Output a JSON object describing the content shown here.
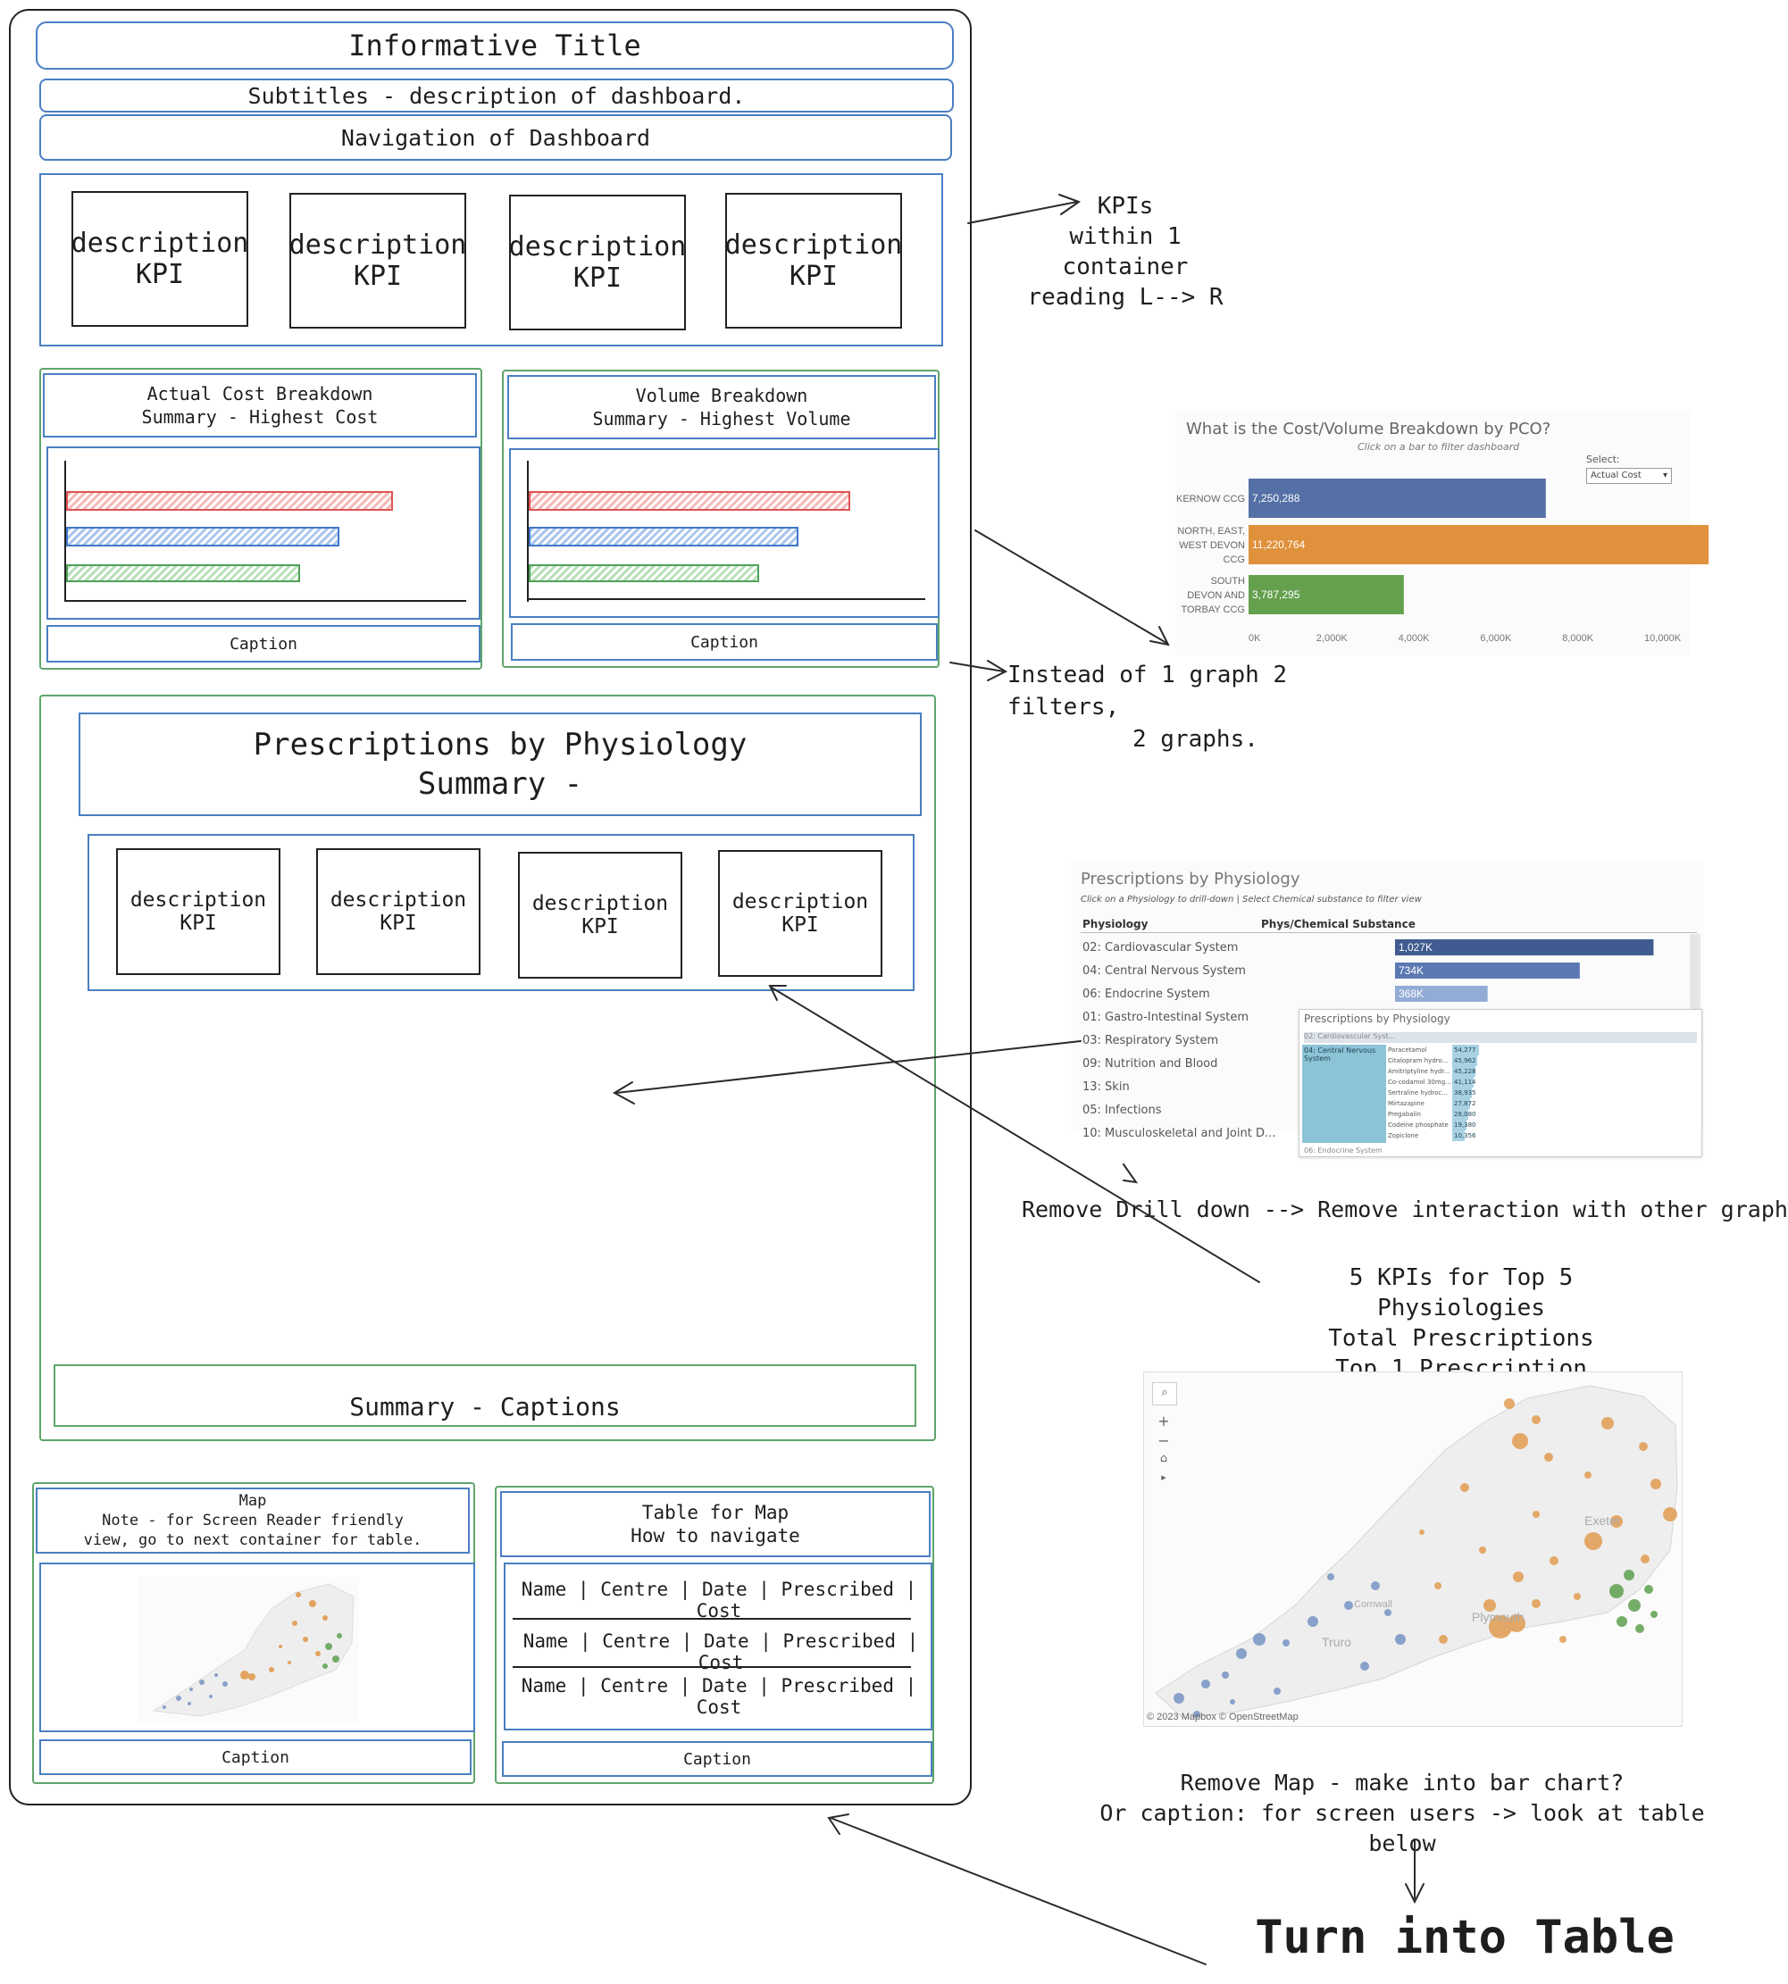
{
  "wireframe": {
    "title": "Informative Title",
    "subtitle": "Subtitles - description of dashboard.",
    "navigation": "Navigation of Dashboard",
    "kpi_row": [
      {
        "description": "description",
        "kpi": "KPI"
      },
      {
        "description": "description",
        "kpi": "KPI"
      },
      {
        "description": "description",
        "kpi": "KPI"
      },
      {
        "description": "description",
        "kpi": "KPI"
      }
    ],
    "cost_panel": {
      "title_line1": "Actual Cost Breakdown",
      "title_line2": "Summary - Highest Cost",
      "caption": "Caption"
    },
    "volume_panel": {
      "title_line1": "Volume Breakdown",
      "title_line2": "Summary - Highest Volume",
      "caption": "Caption"
    },
    "physiology": {
      "title_line1": "Prescriptions by Physiology",
      "title_line2": "Summary -",
      "kpis": [
        {
          "description": "description",
          "kpi": "KPI"
        },
        {
          "description": "description",
          "kpi": "KPI"
        },
        {
          "description": "description",
          "kpi": "KPI"
        },
        {
          "description": "description",
          "kpi": "KPI"
        }
      ],
      "captions": "Summary - Captions"
    },
    "map_panel": {
      "title": "Map",
      "note_line1": "Note - for Screen Reader friendly",
      "note_line2": "view, go to next container for table.",
      "caption": "Caption"
    },
    "table_panel": {
      "title_line1": "Table for Map",
      "title_line2": "How to navigate",
      "rows": [
        "Name | Centre | Date | Prescribed | Cost",
        "Name | Centre | Date | Prescribed | Cost",
        "Name | Centre | Date | Prescribed | Cost"
      ],
      "caption": "Caption"
    }
  },
  "annotations": {
    "kpis_line1": "KPIs",
    "kpis_line2": "within 1 container",
    "kpis_line3": "reading L--> R",
    "graphs_line1": "Instead of 1 graph 2 filters,",
    "graphs_line2": "2 graphs.",
    "drilldown": "Remove Drill down --> Remove interaction with other graph",
    "top5_line1": "5 KPIs for Top 5 Physiologies",
    "top5_line2": "Total Prescriptions",
    "top5_line3": "Top 1 Prescription",
    "map_line1": "Remove Map - make into bar chart?",
    "map_line2": "Or caption: for screen users -> look at table below",
    "turn_into_table": "Turn into Table"
  },
  "pco_screenshot": {
    "title": "What is the Cost/Volume Breakdown by PCO?",
    "subtitle": "Click on a bar to filter dashboard",
    "select_label": "Select:",
    "select_value": "Actual Cost",
    "chart_data": {
      "type": "bar",
      "orientation": "horizontal",
      "categories": [
        "KERNOW CCG",
        "NORTH, EAST, WEST DEVON CCG",
        "SOUTH DEVON AND TORBAY CCG"
      ],
      "values": [
        7250288,
        11220764,
        3787295
      ],
      "value_labels": [
        "7,250,288",
        "11,220,764",
        "3,787,295"
      ],
      "colors": [
        "#5470a6",
        "#e0913b",
        "#65a04f"
      ],
      "xlim": [
        0,
        11220764
      ],
      "xticks": [
        "0K",
        "2,000K",
        "4,000K",
        "6,000K",
        "8,000K",
        "10,000K"
      ]
    }
  },
  "physiology_screenshot": {
    "title": "Prescriptions by Physiology",
    "subtitle": "Click on a Physiology to drill-down | Select Chemical substance to filter view",
    "col1": "Physiology",
    "col2": "Phys/Chemical Substance",
    "rows": [
      "02: Cardiovascular System",
      "04: Central Nervous System",
      "06: Endocrine System",
      "01: Gastro-Intestinal System",
      "03: Respiratory System",
      "09: Nutrition and Blood",
      "13: Skin",
      "05: Infections",
      "10: Musculoskeletal and Joint D..."
    ],
    "bar_labels": [
      "1,027K",
      "734K",
      "368K"
    ],
    "bar_values": [
      1027,
      734,
      368
    ],
    "popup_title": "Prescriptions by Physiology",
    "popup_row0": "02: Cardiovascular Syst...",
    "popup_selected": "04: Central Nervous System",
    "popup_substances": [
      "Paracetamol",
      "Citalopram hydro...",
      "Amitriptyline hydr...",
      "Co-codamol 30mg...",
      "Sertraline hydroc...",
      "Mirtazapine",
      "Pregabalin",
      "Codeine phosphate",
      "Zopiclone"
    ],
    "popup_values": [
      "54,277",
      "45,962",
      "45,228",
      "41,114",
      "38,935",
      "27,872",
      "28,080",
      "19,380",
      "10,356"
    ],
    "popup_footer": "06: Endocrine System"
  },
  "map_screenshot": {
    "label_exeter": "Exeter",
    "label_truro": "Truro",
    "label_plymouth": "Plymouth",
    "label_cornwall": "Cornwall",
    "attribution": "© 2023 Mapbox © OpenStreetMap"
  },
  "colors": {
    "blue": "#4a7fc1",
    "green": "#5fa56a",
    "orange": "#e0913b",
    "navy": "#5470a6"
  }
}
